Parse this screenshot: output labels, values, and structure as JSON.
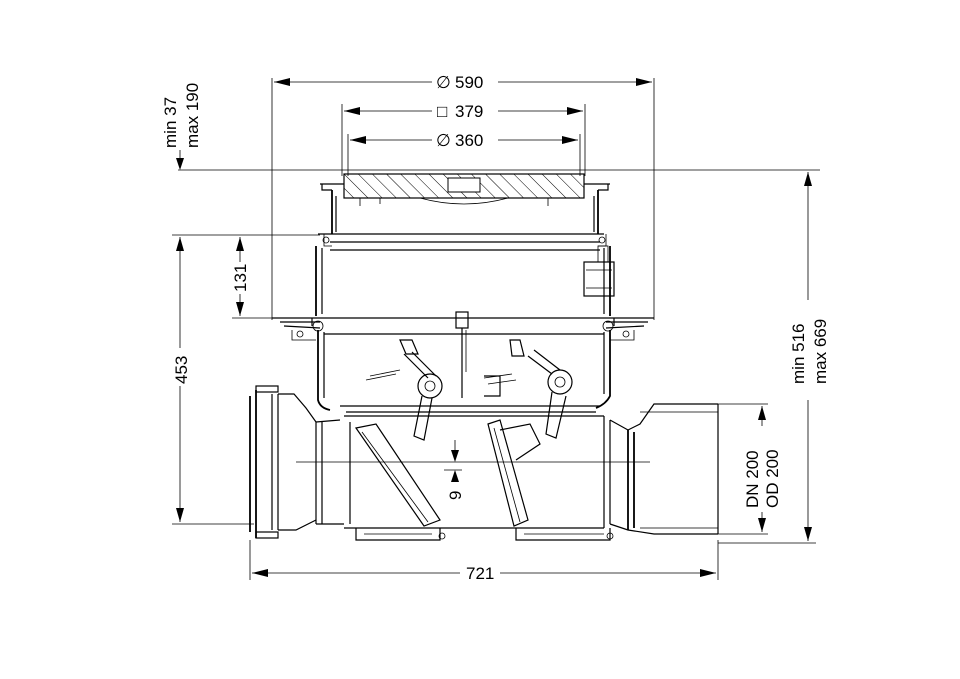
{
  "dimensions": {
    "dia_590": "590",
    "sq_379": "379",
    "dia_360": "360",
    "min_37": "min 37",
    "max_190": "max 190",
    "h_131": "131",
    "h_453": "453",
    "min_516": "min 516",
    "max_669": "max 669",
    "dn_200": "DN 200",
    "od_200": "OD 200",
    "w_721": "721",
    "h_9": "9"
  },
  "symbols": {
    "diameter": "∅",
    "square": "□"
  },
  "colors": {
    "line": "#000000",
    "background": "#ffffff"
  }
}
